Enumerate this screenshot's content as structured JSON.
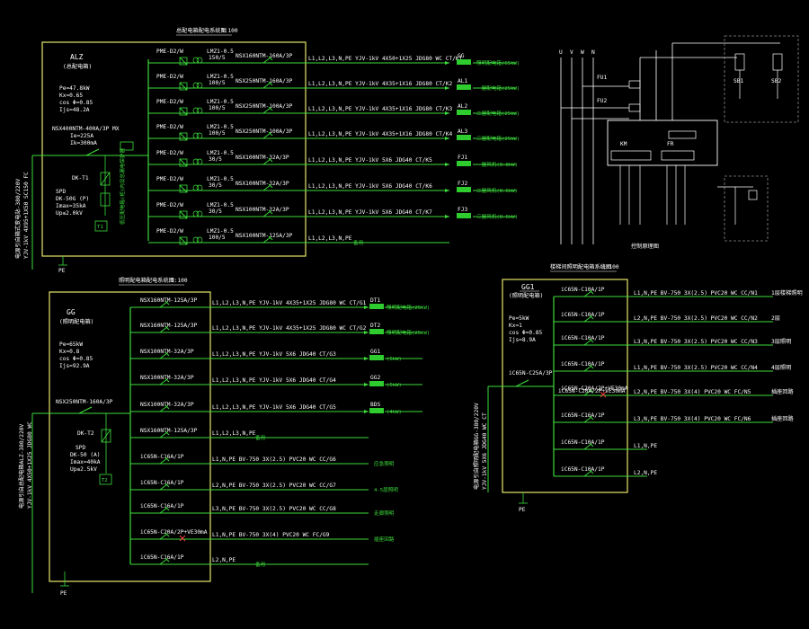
{
  "colors": {
    "background": "#000000",
    "panel_border": "#e6e66a",
    "line": "#3ddc3d",
    "text": "#ffffff",
    "label_fill": "#2ecc2e",
    "dashed": "#8a8a8a"
  },
  "alz": {
    "title": "ALZ",
    "subtitle": "(总配电箱)",
    "params": [
      "Pe=47.8kW",
      "Kx=0.65",
      "cos Φ=0.85",
      "Ijs=48.2A"
    ],
    "main_breaker": [
      "NSX400NTM-400A/3P MX",
      "Ie=225A",
      "Ik=300mA"
    ],
    "dk": "DK-T1",
    "spd": [
      "SPD",
      "DK-50G (P)",
      "Imax=35kA",
      "Up≤2.0kV"
    ],
    "t_label": "T1",
    "incoming": [
      "电源引自箱式变电站-380/220V",
      "YJV-1kV 4X95+1X50 SC150 FC"
    ],
    "vertical_note": "低压配电箱(柜)内设总漏电保护器",
    "pe": "PE",
    "caption": "总配电箱配电系统图",
    "caption2": "1:100",
    "rows": [
      {
        "sw": "PME-D2/W",
        "lmz": [
          "LMZ1-0.5",
          "150/5"
        ],
        "brk": "NSX160NTM-160A/3P",
        "cable": "L1,L2,L3,N,PE YJV-1kV 4X50+1X25 JDG80 WC CT/K1",
        "tag": "GG",
        "desc": "照明配电箱(65kW)"
      },
      {
        "sw": "PME-D2/W",
        "lmz": [
          "LMZ1-0.5",
          "100/5"
        ],
        "brk": "NSX250NTM-160A/3P",
        "cable": "L1,L2,L3,N,PE YJV-1kV 4X35+1X16 JDG80 CT/K2",
        "tag": "AL1",
        "desc": "一层配电箱(25kW)"
      },
      {
        "sw": "PME-D2/W",
        "lmz": [
          "LMZ1-0.5",
          "100/5"
        ],
        "brk": "NSX250NTM-100A/3P",
        "cable": "L1,L2,L3,N,PE YJV-1kV 4X35+1X16 JDG80 CT/K3",
        "tag": "AL2",
        "desc": "二层配电箱(25kW)"
      },
      {
        "sw": "PME-D2/W",
        "lmz": [
          "LMZ1-0.5",
          "100/5"
        ],
        "brk": "NSX250NTM-100A/3P",
        "cable": "L1,L2,L3,N,PE YJV-1kV 4X35+1X16 JDG80 CT/K4",
        "tag": "AL3",
        "desc": "三层配电箱(25kW)"
      },
      {
        "sw": "PME-D2/W",
        "lmz": [
          "LMZ1-0.5",
          "30/5"
        ],
        "brk": "NSX100NTM-32A/3P",
        "cable": "L1,L2,L3,N,PE YJV-1kV 5X6 JDG40 CT/K5",
        "tag": "FJ1",
        "desc": "一层风机(8.8kW)"
      },
      {
        "sw": "PME-D2/W",
        "lmz": [
          "LMZ1-0.5",
          "30/5"
        ],
        "brk": "NSX100NTM-32A/3P",
        "cable": "L1,L2,L3,N,PE YJV-1kV 5X6 JDG40 CT/K6",
        "tag": "FJ2",
        "desc": "二层风机(8.6kW)"
      },
      {
        "sw": "PME-D2/W",
        "lmz": [
          "LMZ1-0.5",
          "30/5"
        ],
        "brk": "NSX100NTM-32A/3P",
        "cable": "L1,L2,L3,N,PE YJV-1kV 5X6 JDG40 CT/K7",
        "tag": "FJ3",
        "desc": "三层风机(8.6kW)"
      },
      {
        "sw": "PME-D2/W",
        "lmz": [
          "LMZ1-0.5",
          "100/5"
        ],
        "brk": "NSX100NTM-125A/3P",
        "cable": "L1,L2,L3,N,PE",
        "tag": "",
        "desc": "备用"
      }
    ]
  },
  "gg": {
    "caption": "照明配电箱配电系统图",
    "caption2": "1:100",
    "title": "GG",
    "subtitle": "(照明配电箱)",
    "params": [
      "Pe=65kW",
      "Kx=0.8",
      "cos Φ=0.85",
      "Ijs=92.9A"
    ],
    "main_breaker": "NSX250NTM-160A/3P",
    "dk": "DK-T2",
    "spd": [
      "SPD",
      "DK-50 (A)",
      "Imax=40kA",
      "Up≤2.5kV"
    ],
    "t_label": "T2",
    "incoming": [
      "电源引自总配电箱ALZ-380/220V",
      "YJV-1kV 4X50+1X25 JDG80 WC"
    ],
    "pe": "PE",
    "rows": [
      {
        "brk": "NSX160NTM-125A/3P",
        "cable": "L1,L2,L3,N,PE YJV-1kV 4X35+1X25 JDG80 WC CT/G1",
        "tag": "DT1",
        "desc": "照明配电箱(25kW)"
      },
      {
        "brk": "NSX160NTM-125A/3P",
        "cable": "L1,L2,L3,N,PE YJV-1kV 4X35+1X25 JDG80 WC CT/G2",
        "tag": "DT2",
        "desc": "照明配电箱(25kW)"
      },
      {
        "brk": "NSX100NTM-32A/3P",
        "cable": "L1,L2,L3,N,PE YJV-1kV 5X6 JDG40 CT/G3",
        "tag": "GG1",
        "desc": "(5kW)"
      },
      {
        "brk": "NSX100NTM-32A/3P",
        "cable": "L1,L2,L3,N,PE YJV-1kV 5X6 JDG40 CT/G4",
        "tag": "GG2",
        "desc": "(5kW)"
      },
      {
        "brk": "NSX100NTM-32A/3P",
        "cable": "L1,L2,L3,N,PE YJV-1kV 5X6 JDG40 CT/G5",
        "tag": "BDS",
        "desc": "(4kW)"
      },
      {
        "brk": "NSX160NTM-125A/3P",
        "cable": "L1,L2,L3,N,PE",
        "tag": "",
        "desc": "备用"
      },
      {
        "brk": "iC65N-C16A/1P",
        "cable": "L1,N,PE BV-750 3X(2.5) PVC20 WC CC/G6",
        "tag": "",
        "desc": "应急照明"
      },
      {
        "brk": "iC65N-C16A/1P",
        "cable": "L2,N,PE BV-750 3X(2.5) PVC20 WC CC/G7",
        "tag": "",
        "desc": "4-5层照明"
      },
      {
        "brk": "iC65N-C16A/1P",
        "cable": "L3,N,PE BV-750 3X(2.5) PVC20 WC CC/G8",
        "tag": "",
        "desc": "走廊照明"
      },
      {
        "brk": "iC65N-C20A/2P+VE30mA",
        "cable": "L1,N,PE BV-750 3X(4) PVC20 WC FC/G9",
        "tag": "",
        "desc": "插座回路"
      },
      {
        "brk": "iC65N-C16A/1P",
        "cable": "L2,N,PE",
        "tag": "",
        "desc": "备用"
      }
    ]
  },
  "gg1": {
    "caption": "楼梯间照明配电箱系统图",
    "caption2": "1:100",
    "title": "GG1",
    "subtitle": "(照明配电箱)",
    "params": [
      "Pe=5kW",
      "Kx=1",
      "cos Φ=0.85",
      "Ijs=8.9A"
    ],
    "main_breaker": "iC65N-C25A/3P",
    "rcd": "iC65N-C20A/2P+VE30mA",
    "incoming": [
      "电源引自照明配电箱GG-380/220V",
      "YJV-1kV 5X6 JDG40 WC CT"
    ],
    "pe": "PE",
    "rows": [
      {
        "brk": "iC65N-C10A/1P",
        "cable": "L1,N,PE BV-750 3X(2.5) PVC20 WC CC/N1",
        "desc": "1层楼梯照明"
      },
      {
        "brk": "iC65N-C10A/1P",
        "cable": "L2,N,PE BV-750 3X(2.5) PVC20 WC CC/N2",
        "desc": "2层"
      },
      {
        "brk": "iC65N-C10A/1P",
        "cable": "L3,N,PE BV-750 3X(2.5) PVC20 WC CC/N3",
        "desc": "3层照明"
      },
      {
        "brk": "iC65N-C10A/1P",
        "cable": "L1,N,PE BV-750 3X(2.5) PVC20 WC CC/N4",
        "desc": "4层照明"
      },
      {
        "brk": "iC65N-C20A/2P+VE30mA",
        "cable": "L2,N,PE BV-750 3X(4) PVC20 WC FC/N5",
        "desc": "插座回路"
      },
      {
        "brk": "iC65N-C16A/1P",
        "cable": "L3,N,PE BV-750 3X(4) PVC20 WC FC/N6",
        "desc": "插座回路"
      },
      {
        "brk": "iC65N-C10A/1P",
        "cable": "L1,N,PE",
        "desc": ""
      },
      {
        "brk": "iC65N-C10A/1P",
        "cable": "L2,N,PE",
        "desc": ""
      }
    ]
  },
  "control": {
    "caption": "控制原理图",
    "phases": [
      "U",
      "V",
      "W",
      "N"
    ],
    "labels": [
      "FU1",
      "FU2",
      "KM",
      "FR",
      "SB1",
      "SB2"
    ]
  }
}
